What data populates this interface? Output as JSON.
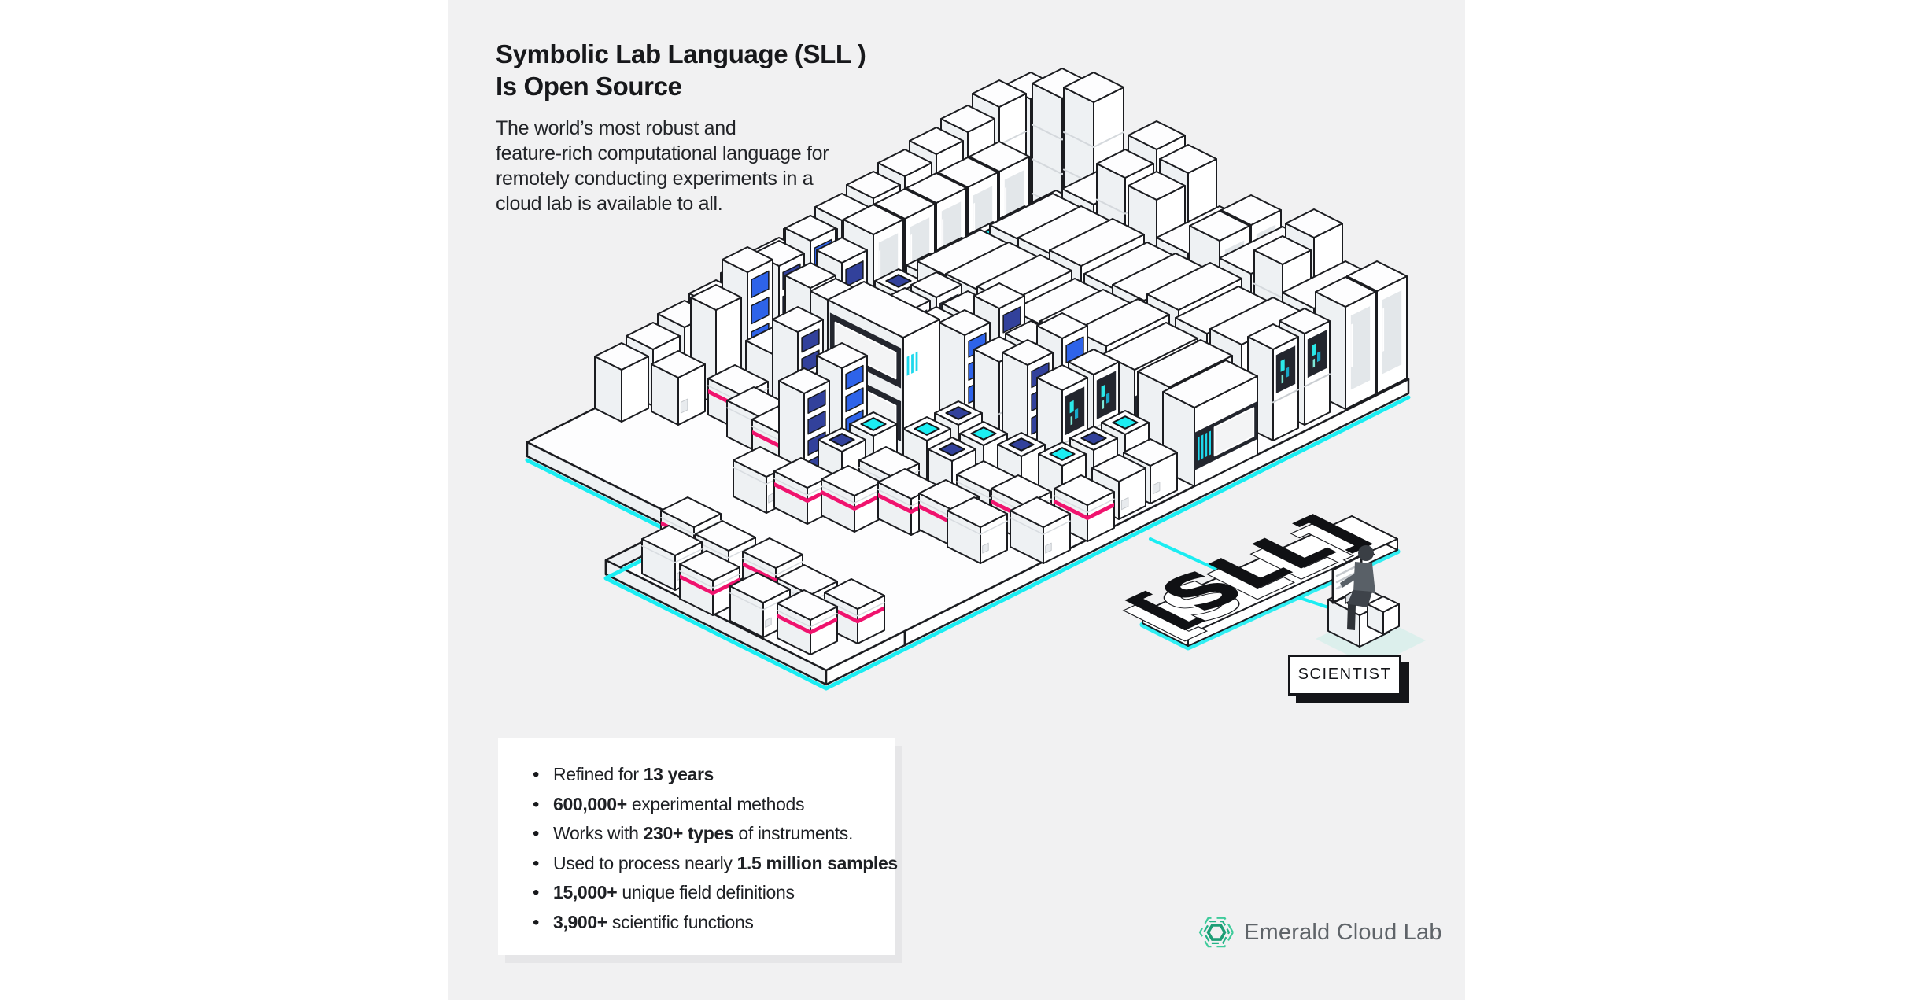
{
  "header": {
    "title_lines": [
      "Symbolic Lab Language (SLL )",
      "Is Open Source"
    ],
    "desc_lines": [
      "The world’s most robust and",
      "feature-rich computational language for",
      "remotely conducting experiments in a",
      "cloud lab is available to all."
    ]
  },
  "illustration": {
    "sll_label": "[SLL]",
    "scientist_label": "SCIENTIST",
    "colors": {
      "cyan": "#1BEDF2",
      "blue": "#2E63E9",
      "navy": "#32419B",
      "pink": "#F0136E",
      "ink": "#1B1C20",
      "screen": "#23262E",
      "screen_bar": "#1ED8EC",
      "face_left": "#EEF1F3",
      "face_right": "#FFFFFF",
      "face_top": "#FDFDFE",
      "panel_bg": "#F1F1F2",
      "shadow_teal": "#DCEFEC",
      "person_gray": "#596067"
    }
  },
  "stats": {
    "items": [
      {
        "runs": [
          {
            "text": "Refined for ",
            "bold": false
          },
          {
            "text": "13 years",
            "bold": true
          }
        ]
      },
      {
        "runs": [
          {
            "text": "600,000+",
            "bold": true
          },
          {
            "text": " experimental methods",
            "bold": false
          }
        ]
      },
      {
        "runs": [
          {
            "text": "Works with ",
            "bold": false
          },
          {
            "text": "230+ types",
            "bold": true
          },
          {
            "text": " of instruments.",
            "bold": false
          }
        ]
      },
      {
        "runs": [
          {
            "text": "Used to process nearly ",
            "bold": false
          },
          {
            "text": "1.5 million samples",
            "bold": true
          }
        ]
      },
      {
        "runs": [
          {
            "text": "15,000+",
            "bold": true
          },
          {
            "text": " unique field definitions",
            "bold": false
          }
        ]
      },
      {
        "runs": [
          {
            "text": "3,900+",
            "bold": true
          },
          {
            "text": " scientific functions",
            "bold": false
          }
        ]
      }
    ]
  },
  "footer": {
    "brand": "Emerald Cloud Lab",
    "logo_green": "#22B286",
    "text_gray": "#5F6469"
  }
}
